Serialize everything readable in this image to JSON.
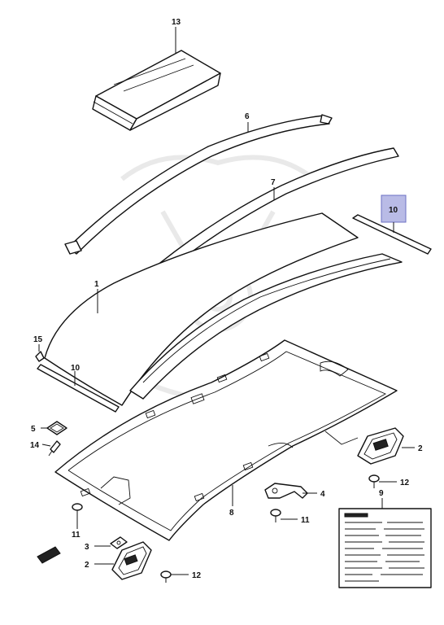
{
  "callouts": {
    "c13": "13",
    "c6": "6",
    "c7": "7",
    "c10_highlight": "10",
    "c1": "1",
    "c15": "15",
    "c10": "10",
    "c5": "5",
    "c14": "14",
    "c3": "3",
    "c11_left": "11",
    "c2_left": "2",
    "c12_left": "12",
    "c8": "8",
    "c4": "4",
    "c11_right": "11",
    "c2_right": "2",
    "c12_right": "12",
    "c9": "9"
  },
  "colors": {
    "highlight_fill": "#b9bbe6",
    "highlight_stroke": "#6c70c4",
    "line": "#111111"
  }
}
